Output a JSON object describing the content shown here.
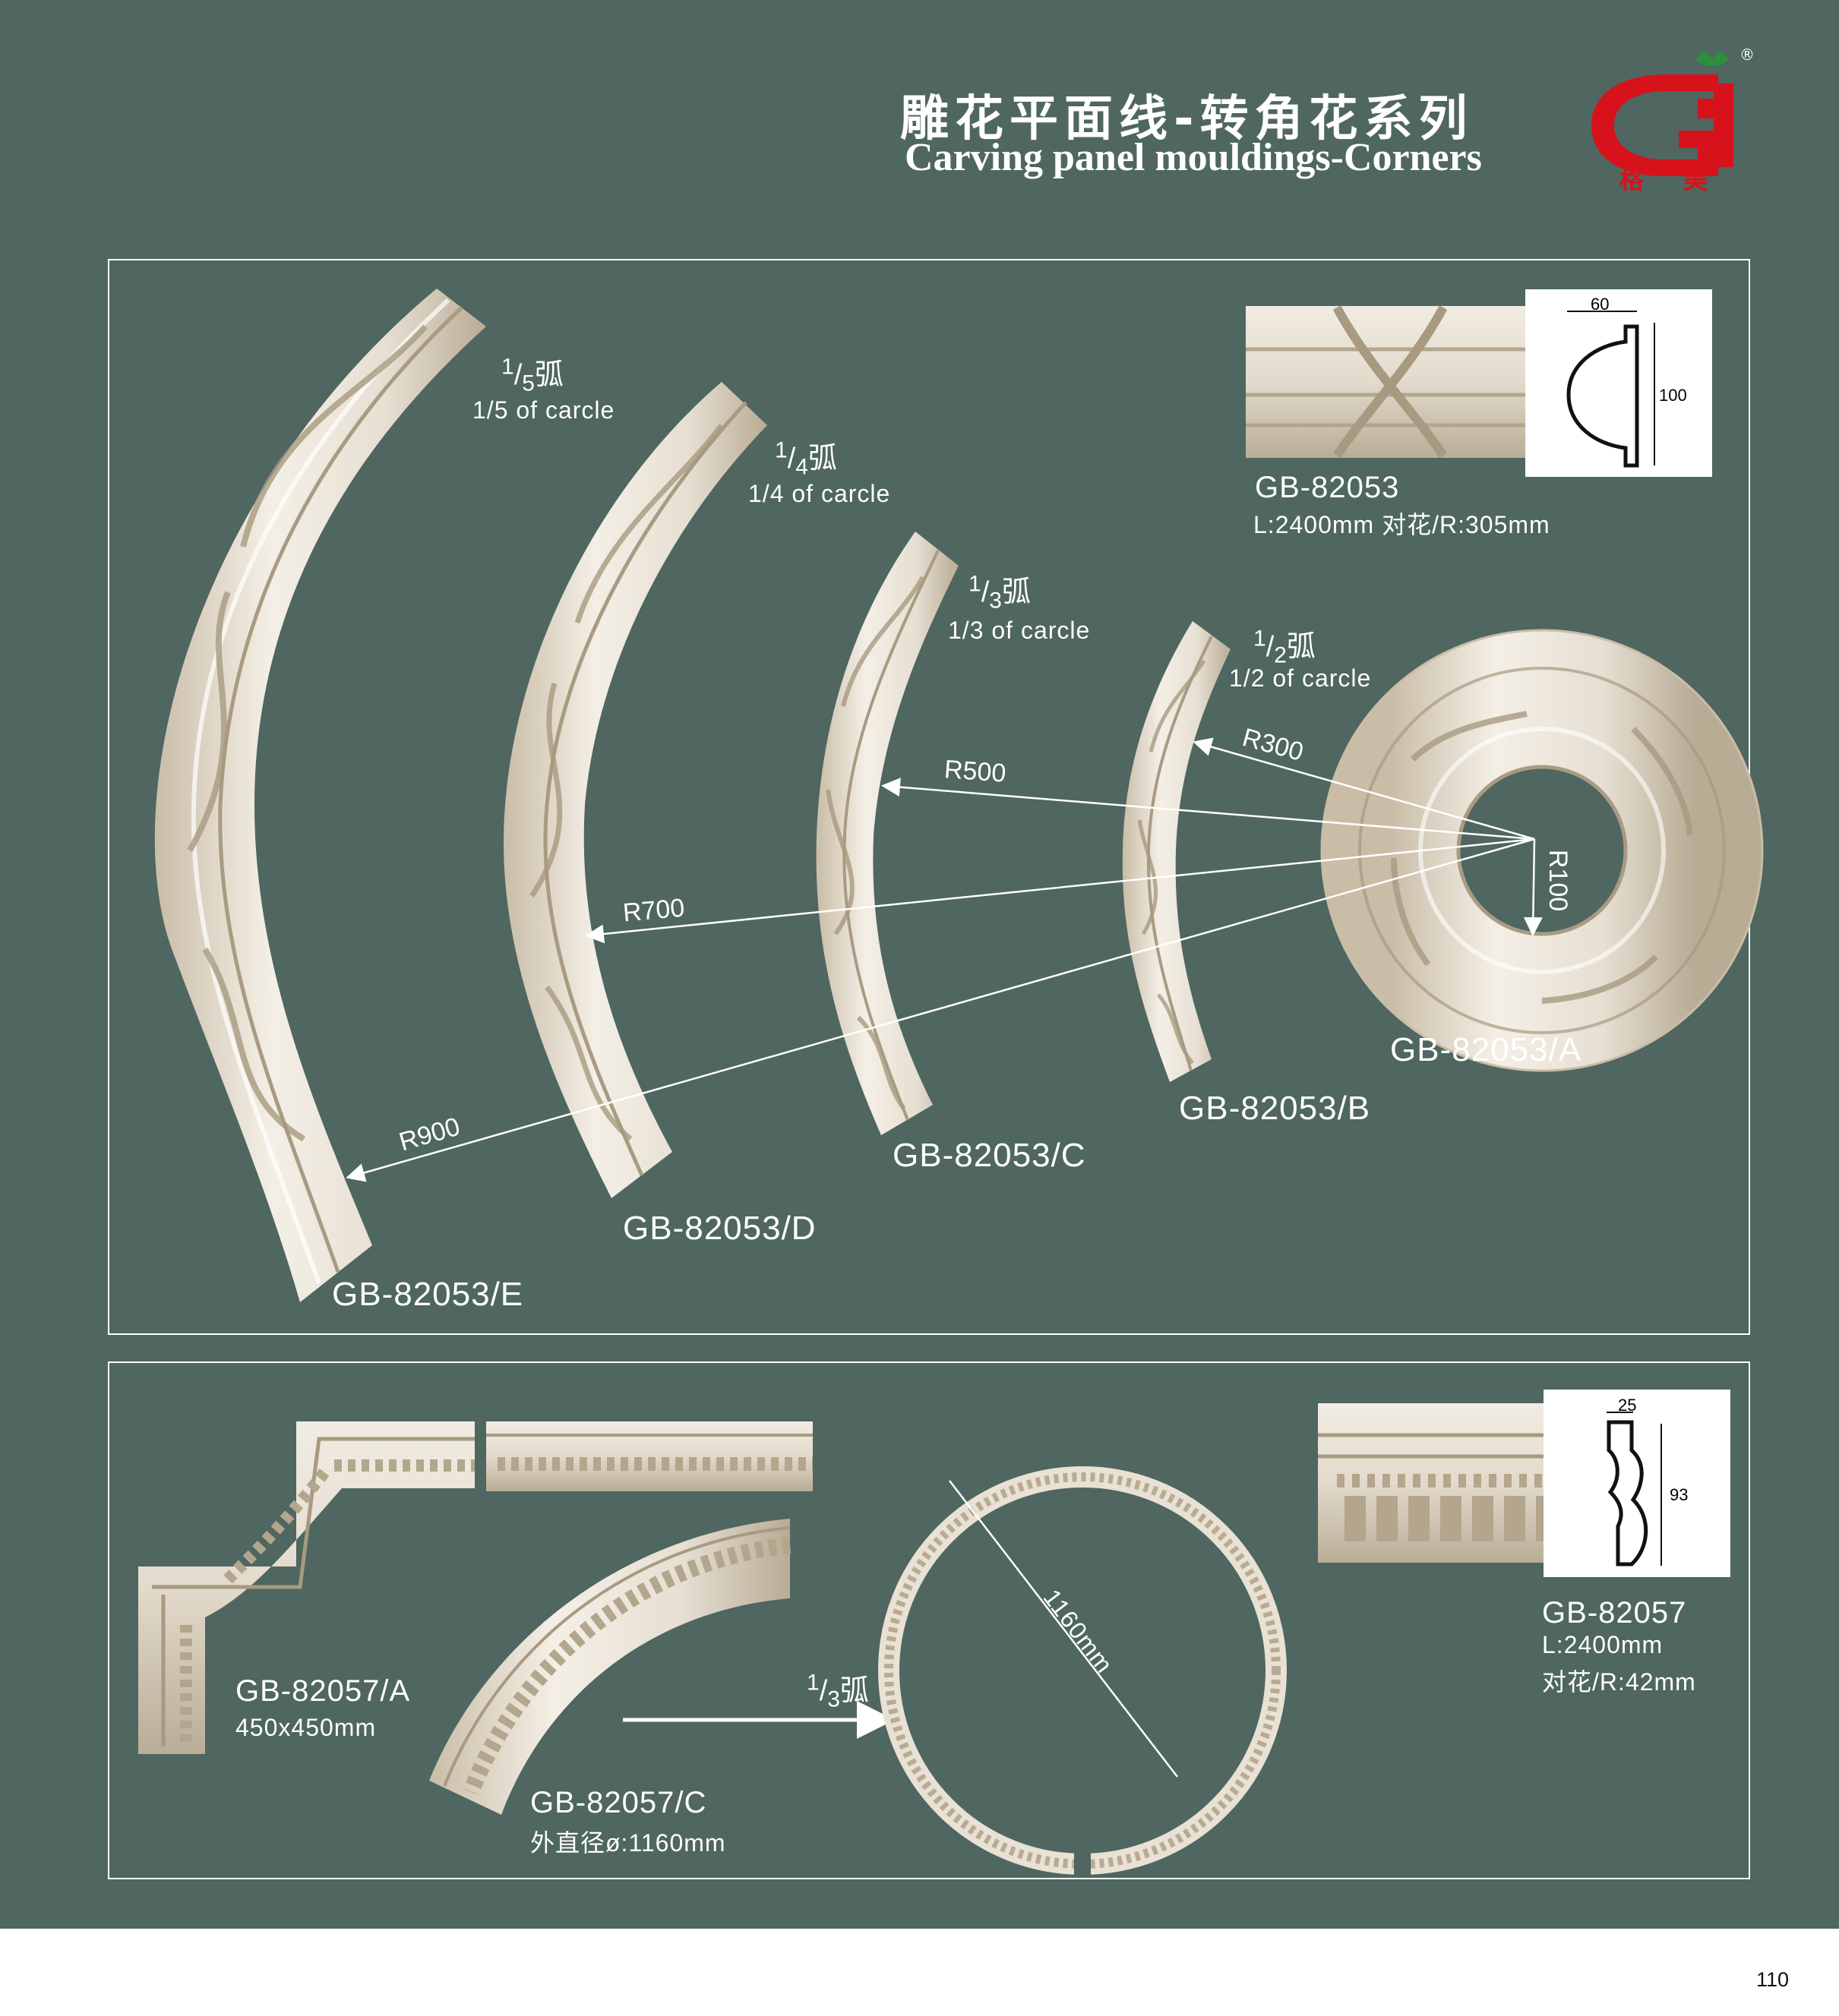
{
  "header": {
    "title_cn": "雕花平面线-转角花系列",
    "title_en": "Carving panel mouldings-Corners",
    "logo_text": "格美",
    "registered_mark": "®"
  },
  "colors": {
    "background": "#4f6661",
    "moulding": "#ece6db",
    "shadow": "#b6a98f",
    "logo_red": "#d7121b",
    "logo_green": "#2c8f3c"
  },
  "panel_top": {
    "arcs": [
      {
        "fraction_cn": "弧",
        "num": "1",
        "den": "5",
        "fraction_en": "1/5 of carcle",
        "radius": "R900",
        "code": "GB-82053/E"
      },
      {
        "fraction_cn": "弧",
        "num": "1",
        "den": "4",
        "fraction_en": "1/4 of carcle",
        "radius": "R700",
        "code": "GB-82053/D"
      },
      {
        "fraction_cn": "弧",
        "num": "1",
        "den": "3",
        "fraction_en": "1/3 of carcle",
        "radius": "R500",
        "code": "GB-82053/C"
      },
      {
        "fraction_cn": "弧",
        "num": "1",
        "den": "2",
        "fraction_en": "1/2 of carcle",
        "radius": "R300",
        "code": "GB-82053/B"
      }
    ],
    "ring": {
      "radius": "R100",
      "code": "GB-82053/A"
    },
    "product": {
      "code": "GB-82053",
      "spec": "L:2400mm   对花/R:305mm",
      "profile_width": "60",
      "profile_height": "100"
    }
  },
  "panel_bottom": {
    "corner": {
      "code": "GB-82057/A",
      "size": "450x450mm"
    },
    "arc": {
      "code": "GB-82057/C",
      "diameter": "外直径ø:1160mm",
      "fraction_num": "1",
      "fraction_den": "3",
      "fraction_cn": "弧"
    },
    "circle_dimension": "1160mm",
    "product": {
      "code": "GB-82057",
      "length": "L:2400mm",
      "repeat": "对花/R:42mm",
      "profile_width": "25",
      "profile_height": "93"
    }
  },
  "page_number": "110"
}
